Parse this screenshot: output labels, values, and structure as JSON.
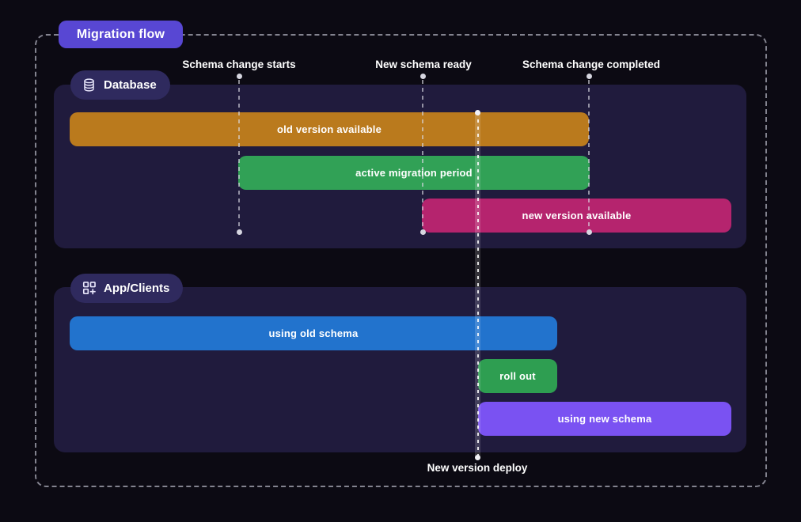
{
  "title_badge": {
    "label": "Migration flow",
    "bg": "#5847d3"
  },
  "canvas": {
    "background": "#0c0a13",
    "panel_bg": "#201b3d",
    "section_badge_bg": "#2f2a5e",
    "frame_dash_color": "#83838f",
    "milestone_dot_color": "#d6d6e0"
  },
  "milestones": [
    {
      "label": "Schema change starts"
    },
    {
      "label": "New schema ready"
    },
    {
      "label": "Schema change completed"
    }
  ],
  "deploy_marker": {
    "label": "New version deploy"
  },
  "sections": [
    {
      "label": "Database",
      "icon": "database-icon",
      "bars": [
        {
          "label": "old version available",
          "color": "#ba7a1d"
        },
        {
          "label": "active migration period",
          "color": "#31a156"
        },
        {
          "label": "new version available",
          "color": "#b5246e"
        }
      ]
    },
    {
      "label": "App/Clients",
      "icon": "apps-plus-icon",
      "bars": [
        {
          "label": "using old schema",
          "color": "#2273cd"
        },
        {
          "label": "roll out",
          "color": "#2e9e51"
        },
        {
          "label": "using new schema",
          "color": "#7a52f2"
        }
      ]
    }
  ]
}
